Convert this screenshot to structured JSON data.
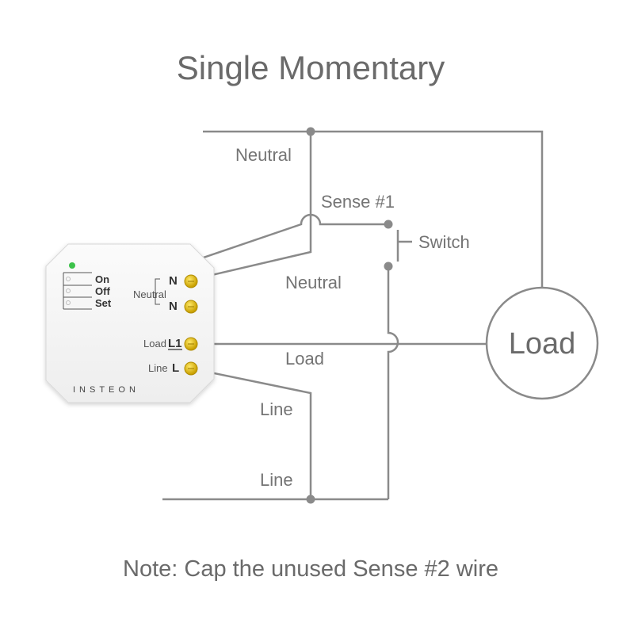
{
  "title": "Single Momentary",
  "note": "Note: Cap the unused Sense #2 wire",
  "labels": {
    "neutral_top": "Neutral",
    "sense1": "Sense #1",
    "switch": "Switch",
    "neutral_mid": "Neutral",
    "load_wire": "Load",
    "line_upper": "Line",
    "line_lower": "Line",
    "load_circle": "Load"
  },
  "device": {
    "brand": "INSTEON",
    "buttons": [
      "On",
      "Off",
      "Set"
    ],
    "terminals": {
      "n1": "N",
      "neutral_label": "Neutral",
      "n2": "N",
      "load_small": "Load",
      "l1": "L1",
      "line_small": "Line",
      "l": "L"
    }
  },
  "colors": {
    "wire": "#8a8a8a",
    "text": "#6a6a6a",
    "terminal": "#e8c400",
    "led": "#3cc24a",
    "device_body": "#f7f7f7"
  }
}
